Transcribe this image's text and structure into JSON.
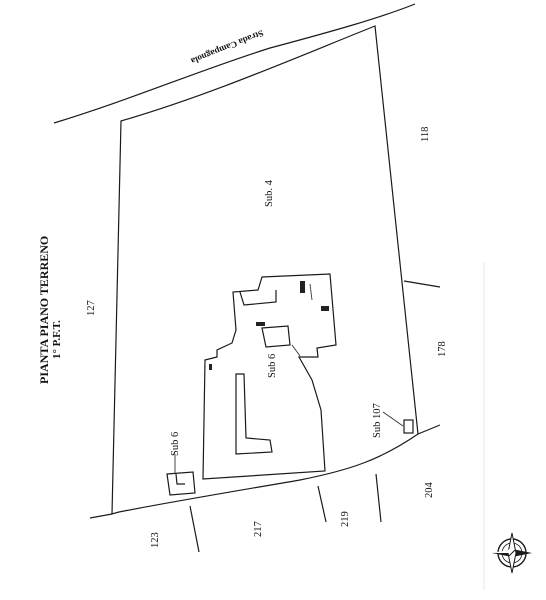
{
  "title": {
    "line1": "PIANTA PIANO TERRENO",
    "line2": "1° P.F.T."
  },
  "road_label": "Strada Campagnola",
  "unit_labels": {
    "sub4": "Sub. 4",
    "sub6_main": "Sub 6",
    "sub6_small": "Sub 6",
    "sub107": "Sub 107"
  },
  "parcels": {
    "p118": "118",
    "p127": "127",
    "p178": "178",
    "p123": "123",
    "p217": "217",
    "p219": "219",
    "p204": "204"
  },
  "north_symbol": "north-arrow-icon",
  "colors": {
    "line": "#1a1a1a",
    "background": "#ffffff"
  }
}
